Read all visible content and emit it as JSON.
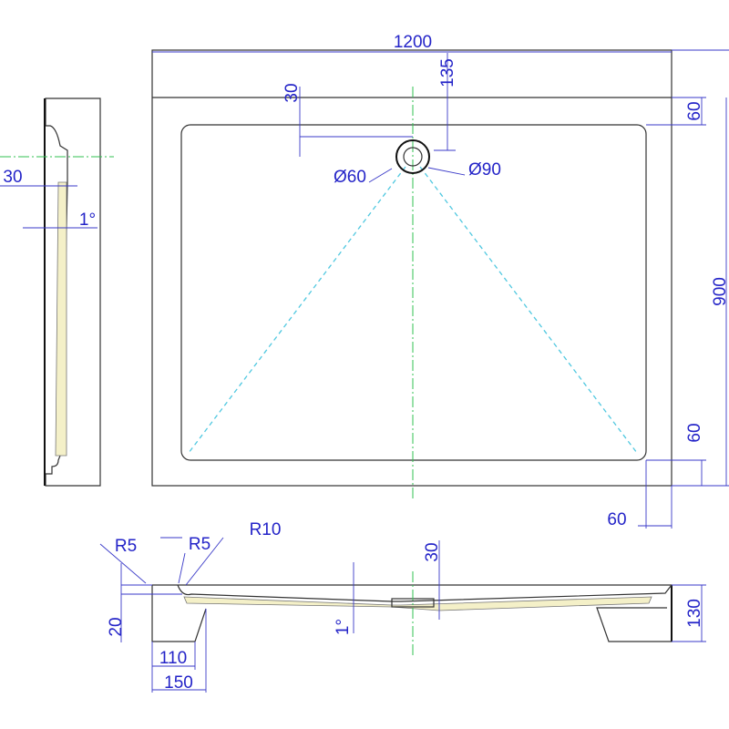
{
  "top_view": {
    "width": "1200",
    "drain_offset": "135",
    "lip": "30",
    "top_border": "60",
    "drain_inner": "Ø60",
    "drain_outer": "Ø90",
    "depth": "900",
    "bottom_border": "60",
    "side_border": "60"
  },
  "side_view": {
    "lip": "30",
    "slope": "1°"
  },
  "section_view": {
    "radius_a": "R5",
    "radius_b": "R5",
    "radius_c": "R10",
    "drain_depth": "30",
    "rim": "20",
    "slope": "1°",
    "foot_inner": "110",
    "foot_outer": "150",
    "height": "130"
  },
  "colors": {
    "dimension": "#2424c8",
    "centerline": "#30c050",
    "slope_line": "#50c8e0"
  }
}
